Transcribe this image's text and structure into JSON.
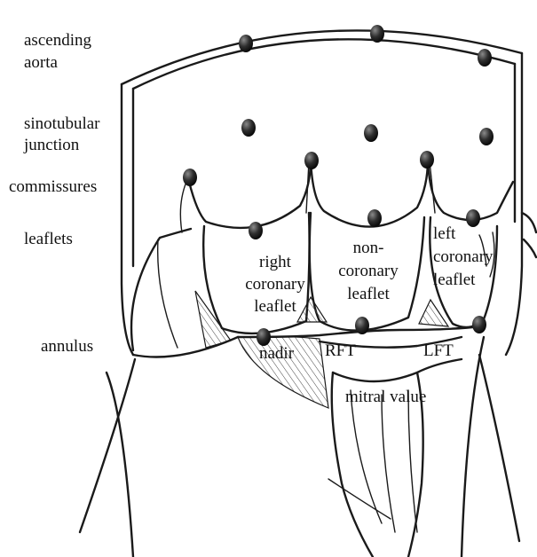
{
  "labels": {
    "ascending_aorta_1": "ascending",
    "ascending_aorta_2": "aorta",
    "sinotubular_1": "sinotubular",
    "sinotubular_2": "junction",
    "commissures": "commissures",
    "leaflets": "leaflets",
    "annulus": "annulus",
    "right_coronary_1": "right",
    "right_coronary_2": "coronary",
    "right_coronary_3": "leaflet",
    "non_coronary_1": "non-",
    "non_coronary_2": "coronary",
    "non_coronary_3": "leaflet",
    "left_coronary_1": "left",
    "left_coronary_2": "coronary",
    "left_coronary_3": "leaflet",
    "nadir": "nadir",
    "rft": "RFT",
    "lft": "LFT",
    "mitral_value": "mitral value"
  },
  "colors": {
    "marker": "#2b2b2b",
    "outline": "#1a1a1a"
  }
}
